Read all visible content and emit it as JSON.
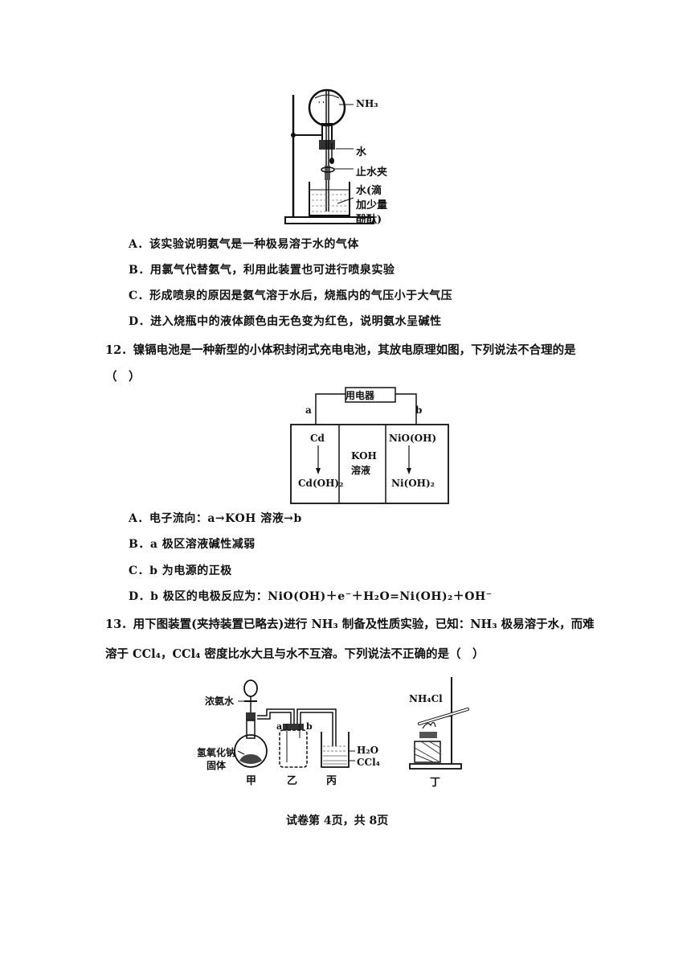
{
  "q11": {
    "figure": {
      "nh3_label": "NH₃",
      "water_label": "水",
      "clamp_label": "止水夹",
      "beaker_label_1": "水(滴",
      "beaker_label_2": "加少量",
      "beaker_label_3": "酚酞)"
    },
    "options": [
      "A．该实验说明氨气是一种极易溶于水的气体",
      "B．用氯气代替氨气，利用此装置也可进行喷泉实验",
      "C．形成喷泉的原因是氨气溶于水后，烧瓶内的气压小于大气压",
      "D．进入烧瓶中的液体颜色由无色变为红色，说明氨水呈碱性"
    ]
  },
  "q12": {
    "stem_line1": "12．镍镉电池是一种新型的小体积封闭式充电电池，其放电原理如图，下列说法不合理的是",
    "stem_line2": "（　）",
    "figure": {
      "device": "用电器",
      "a": "a",
      "b": "b",
      "left_top": "Cd",
      "left_bottom": "Cd(OH)₂",
      "mid_1": "KOH",
      "mid_2": "溶液",
      "right_top": "NiO(OH)",
      "right_bottom": "Ni(OH)₂"
    },
    "options": [
      "A．电子流向：a→KOH 溶液→b",
      "B．a 极区溶液碱性减弱",
      "C．b 为电源的正极",
      "D．b 极区的电极反应为：NiO(OH)＋e⁻＋H₂O=Ni(OH)₂＋OH⁻"
    ]
  },
  "q13": {
    "stem_line1": "13．用下图装置(夹持装置已略去)进行 NH₃ 制备及性质实验，已知：NH₃ 极易溶于水，而难",
    "stem_line2": "溶于 CCl₄，CCl₄ 密度比水大且与水不互溶。下列说法不正确的是（　）",
    "figure": {
      "conc_ammonia": "浓氨水",
      "naoh_1": "氢氧化钠",
      "naoh_2": "固体",
      "a": "a",
      "b": "b",
      "h2o": "H₂O",
      "ccl4": "CCl₄",
      "nh4cl": "NH₄Cl",
      "jia": "甲",
      "yi": "乙",
      "bing": "丙",
      "ding": "丁"
    }
  },
  "footer": "试卷第 4页，共 8页"
}
